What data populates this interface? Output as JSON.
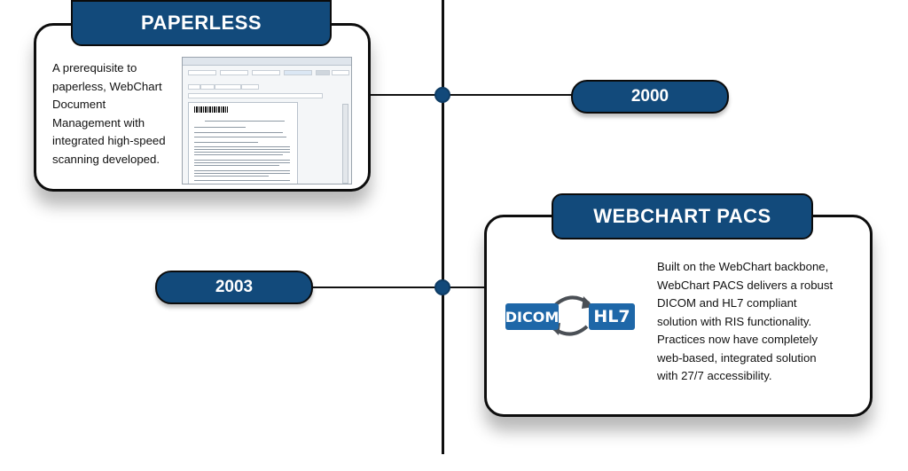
{
  "timeline": {
    "events": [
      {
        "year": "2000",
        "title": "PAPERLESS",
        "description_lines": [
          "A prerequisite to",
          "paperless, WebChart",
          "Document",
          "Management with",
          "integrated high-speed",
          "scanning developed."
        ]
      },
      {
        "year": "2003",
        "title": "WEBCHART PACS",
        "description_lines": [
          "Built on the WebChart backbone,",
          "WebChart PACS delivers a robust",
          "DICOM and HL7 compliant",
          "solution with RIS functionality.",
          "Practices now have completely",
          "web-based, integrated solution",
          "with 27/7 accessibility."
        ],
        "icon": {
          "name": "dicom-hl7-exchange-icon",
          "left_label": "DICOM",
          "right_label": "HL7"
        }
      }
    ]
  },
  "colors": {
    "navy": "#124a7b",
    "badge_blue": "#1e67a8",
    "arrow_gray": "#4a4f55",
    "line": "#0f0f0f"
  }
}
